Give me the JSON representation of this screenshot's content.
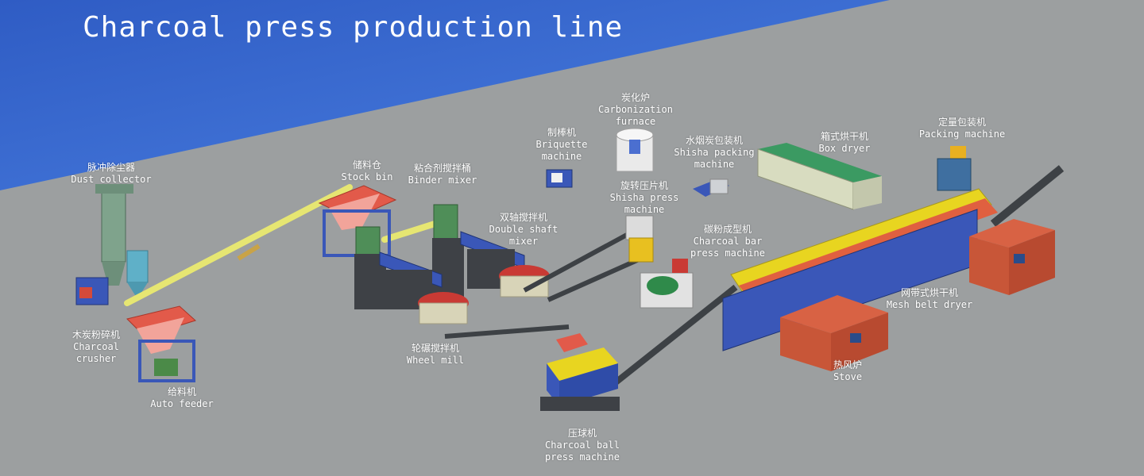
{
  "title": "Charcoal press production line",
  "colors": {
    "sky_blue": "#3b68c9",
    "floor_gray": "#9c9fa0",
    "label_white": "#ffffff"
  },
  "labels": {
    "dust_collector": {
      "zh": "脉冲除尘器",
      "en": "Dust collector"
    },
    "charcoal_crusher": {
      "zh": "木炭粉碎机",
      "en1": "Charcoal",
      "en2": "crusher"
    },
    "auto_feeder": {
      "zh": "给料机",
      "en": "Auto feeder"
    },
    "stock_bin": {
      "zh": "储料仓",
      "en": "Stock bin"
    },
    "binder_mixer": {
      "zh": "粘合剂搅拌桶",
      "en": "Binder mixer"
    },
    "double_shaft_mixer": {
      "zh": "双轴搅拌机",
      "en1": "Double shaft",
      "en2": "mixer"
    },
    "wheel_mill": {
      "zh": "轮碾搅拌机",
      "en": "Wheel mill"
    },
    "briquette_machine": {
      "zh": "制棒机",
      "en1": "Briquette",
      "en2": "machine"
    },
    "carbonization_furnace": {
      "zh": "炭化炉",
      "en1": "Carbonization",
      "en2": "furnace"
    },
    "shisha_packing": {
      "zh": "水烟炭包装机",
      "en1": "Shisha packing",
      "en2": "machine"
    },
    "shisha_press": {
      "zh": "旋转压片机",
      "en1": "Shisha press",
      "en2": "machine"
    },
    "box_dryer": {
      "zh": "箱式烘干机",
      "en": "Box dryer"
    },
    "packing_machine": {
      "zh": "定量包装机",
      "en": "Packing machine"
    },
    "charcoal_bar_press": {
      "zh": "碳粉成型机",
      "en1": "Charcoal bar",
      "en2": "press machine"
    },
    "mesh_belt_dryer": {
      "zh": "网带式烘干机",
      "en": "Mesh belt dryer"
    },
    "stove": {
      "zh": "热风炉",
      "en": "Stove"
    },
    "ball_press": {
      "zh": "压球机",
      "en1": "Charcoal ball",
      "en2": "press machine"
    }
  }
}
